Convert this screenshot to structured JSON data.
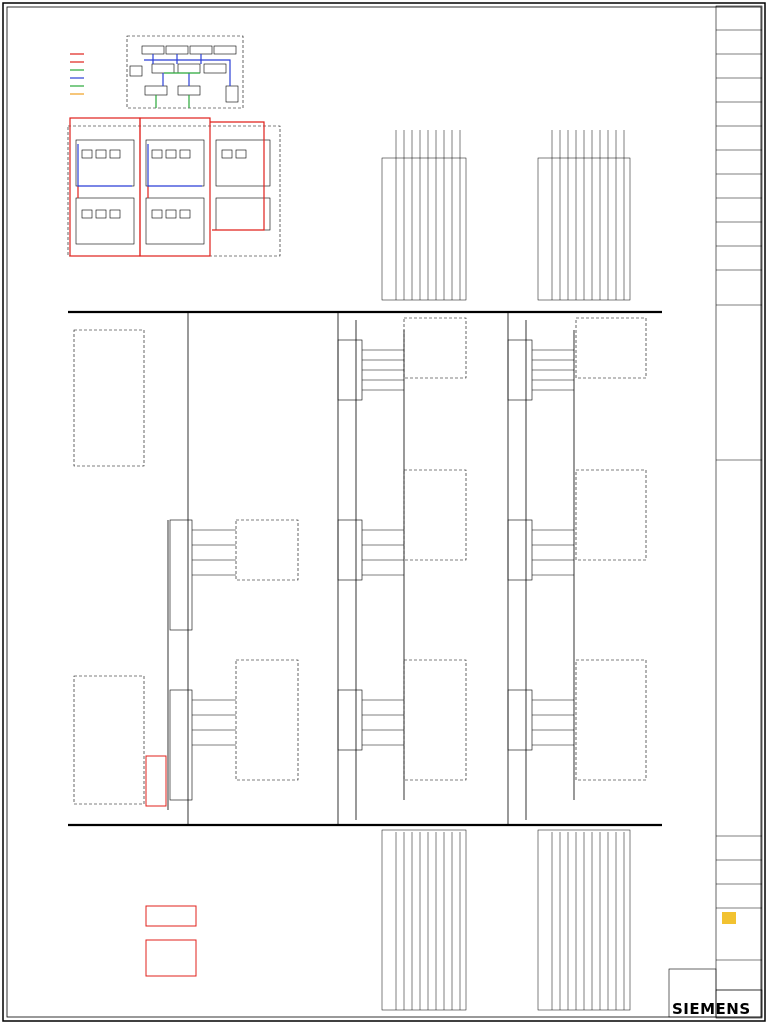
{
  "document": {
    "brand": "SIEMENS",
    "diagram_type": "single-line electrical schematic drawing",
    "colors": {
      "ink": "#000000",
      "red_cable": "#e0201b",
      "blue_cable": "#2b3fd6",
      "green_cable": "#28a838",
      "orange_note": "#f07a1a",
      "yellow_stamp": "#f2c230"
    },
    "icons": [
      "siemens-logo",
      "client-stamp-icon"
    ]
  }
}
